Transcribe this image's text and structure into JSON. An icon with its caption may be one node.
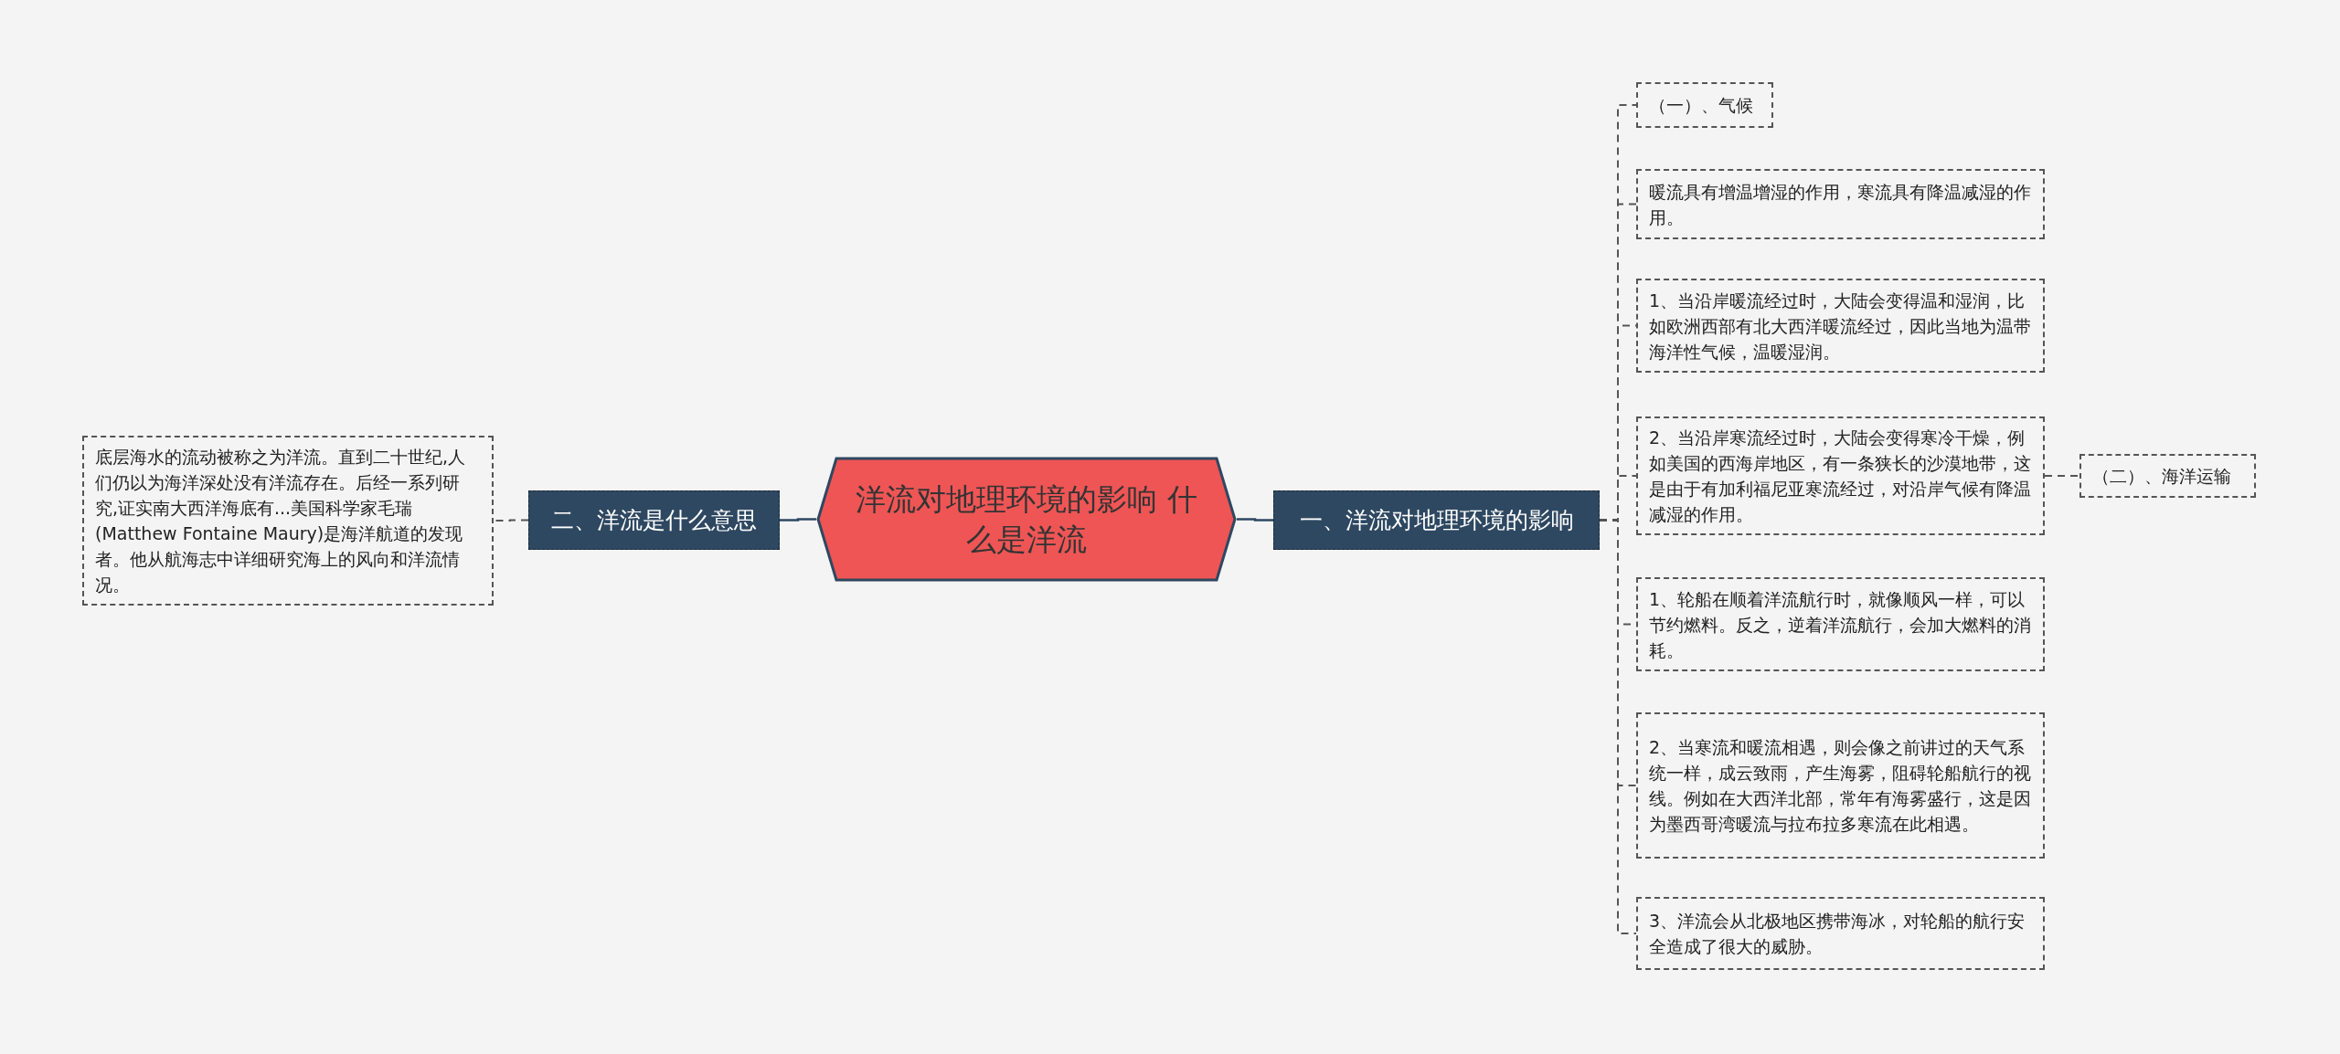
{
  "diagram": {
    "nodes": [
      {
        "text": [
          "洋流对地理环境的影响 什么是洋流"
        ]
      },
      {
        "text": [
          "一、洋流对地理环境的影响"
        ]
      },
      {
        "text": [
          "二、洋流是什么意思"
        ]
      },
      {
        "text": [
          "底层海水的流动被称之为洋流。直到二十世纪,人们仍以为海洋深处没有洋流存在。后经一系列研究,证实南大西洋海底有...美国科学家毛瑞(Matthew Fontaine Maury)是海洋航道的发现者。他从航海志中详细研究海上的风向和洋流情况。"
        ]
      },
      {
        "text": [
          "（一）、气候"
        ]
      },
      {
        "text": [
          "暖流具有增温增湿的作用，寒流具有降温减湿的作用。"
        ]
      },
      {
        "text": [
          "1、当沿岸暖流经过时，大陆会变得温和湿润，比如欧洲西部有北大西洋暖流经过，因此当地为温带海洋性气候，温暖湿润。"
        ]
      },
      {
        "text": [
          "2、当沿岸寒流经过时，大陆会变得寒冷干燥，例如美国的西海岸地区，有一条狭长的沙漠地带，这是由于有加利福尼亚寒流经过，对沿岸气候有降温减湿的作用。"
        ]
      },
      {
        "text": [
          "1、轮船在顺着洋流航行时，就像顺风一样，可以节约燃料。反之，逆着洋流航行，会加大燃料的消耗。"
        ]
      },
      {
        "text": [
          "2、当寒流和暖流相遇，则会像之前讲过的天气系统一样，成云致雨，产生海雾，阻碍轮船航行的视线。例如在大西洋北部，常年有海雾盛行，这是因为墨西哥湾暖流与拉布拉多寒流在此相遇。"
        ]
      },
      {
        "text": [
          "3、洋流会从北极地区携带海冰，对轮船的航行安全造成了很大的威胁。"
        ]
      },
      {
        "text": [
          "（二）、海洋运输"
        ]
      }
    ],
    "edges": [
      {
        "from": 0,
        "to": 1,
        "arrow": "none"
      },
      {
        "from": 0,
        "to": 2,
        "arrow": "none"
      },
      {
        "from": 2,
        "to": 3,
        "arrow": "none",
        "style": "dashed"
      },
      {
        "from": 1,
        "to": 4,
        "arrow": "none",
        "style": "dashed"
      },
      {
        "from": 1,
        "to": 5,
        "arrow": "none",
        "style": "dashed"
      },
      {
        "from": 1,
        "to": 6,
        "arrow": "none",
        "style": "dashed"
      },
      {
        "from": 1,
        "to": 7,
        "arrow": "none",
        "style": "dashed"
      },
      {
        "from": 1,
        "to": 8,
        "arrow": "none",
        "style": "dashed"
      },
      {
        "from": 1,
        "to": 9,
        "arrow": "none",
        "style": "dashed"
      },
      {
        "from": 1,
        "to": 10,
        "arrow": "none",
        "style": "dashed"
      },
      {
        "from": 7,
        "to": 11,
        "arrow": "none",
        "style": "dashed"
      }
    ]
  }
}
